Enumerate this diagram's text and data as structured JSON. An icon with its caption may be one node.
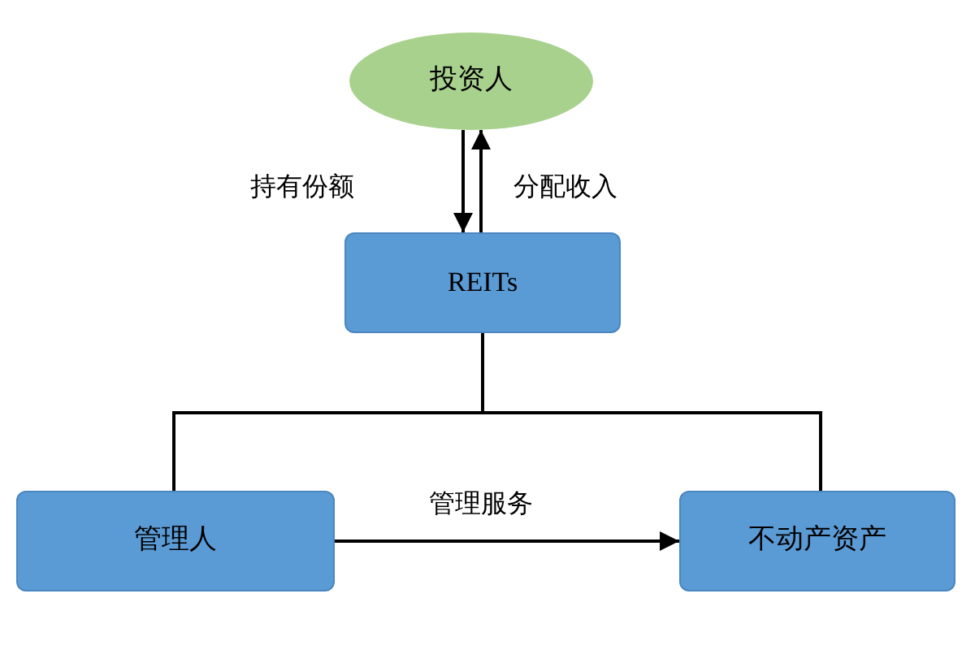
{
  "diagram": {
    "nodes": [
      {
        "text": [
          "投资人"
        ]
      },
      {
        "text": [
          "REITs"
        ]
      },
      {
        "text": [
          "管理人"
        ]
      },
      {
        "text": [
          "不动产资产"
        ]
      }
    ],
    "edges": [
      {
        "from": 0,
        "to": 1,
        "arrow": "to",
        "label": "持有份额"
      },
      {
        "from": 1,
        "to": 0,
        "arrow": "to",
        "label": "分配收入"
      },
      {
        "from": 1,
        "to": 2,
        "arrow": "none"
      },
      {
        "from": 1,
        "to": 3,
        "arrow": "none"
      },
      {
        "from": 2,
        "to": 3,
        "arrow": "to",
        "label": "管理服务"
      }
    ]
  }
}
